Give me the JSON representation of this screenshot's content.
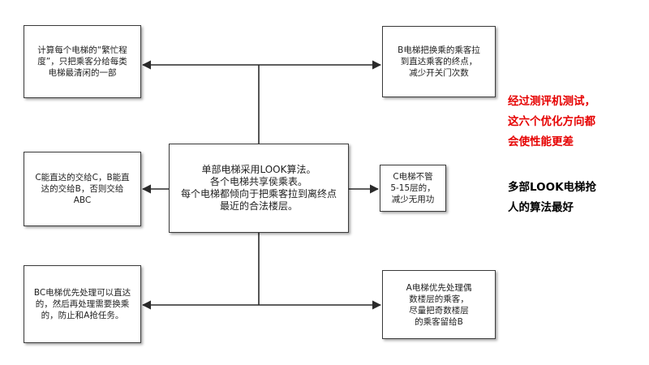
{
  "diagram": {
    "center": "单部电梯采用LOOK算法。\n各个电梯共享侯乘表。\n每个电梯都倾向于把乘客拉到离终点\n最近的合法楼层。",
    "top_left": "计算每个电梯的“繁忙程\n度”，只把乘客分给每类\n电梯最清闲的一部",
    "top_right": "B电梯把换乘的乘客拉\n到直达乘客的终点，\n减少开关门次数",
    "mid_left": "C能直达的交给C，B能直\n达的交给B，否则交给\nABC",
    "mid_right": "C电梯不管\n5-15层的，\n减少无用功",
    "bottom_left": "BC电梯优先处理可以直达\n的，然后再处理需要换乘\n的，防止和A抢任务。",
    "bottom_right": "A电梯优先处理偶\n数楼层的乘客，\n尽量把奇数楼层\n的乘客留给B"
  },
  "notes": {
    "red": "经过测评机测试，\n这六个优化方向都\n会使性能更差",
    "black": "多部LOOK电梯抢\n人的算法最好"
  },
  "colors": {
    "line": "#2a2a2a",
    "box_border": "#3a3a3a",
    "note_red": "#e60000",
    "note_black": "#000000"
  }
}
